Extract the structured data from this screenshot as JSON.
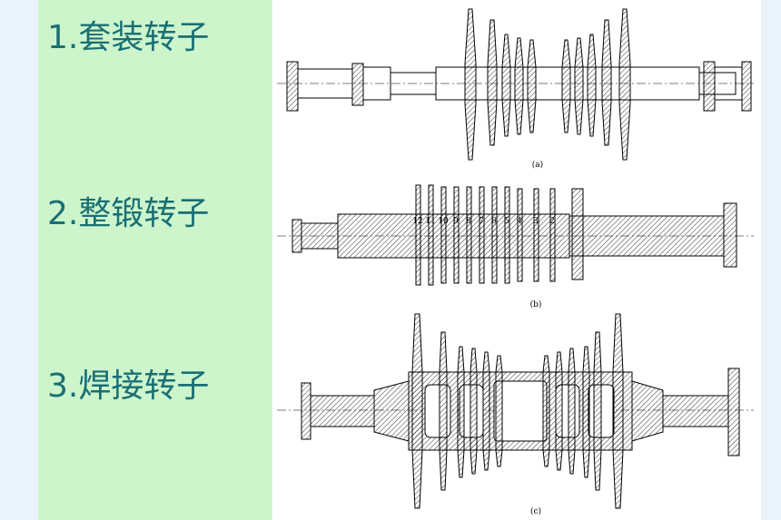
{
  "labels": [
    {
      "text": "1.套装转子"
    },
    {
      "text": "2.整锻转子"
    },
    {
      "text": "3.焊接转子"
    }
  ],
  "captions": [
    "(a)",
    "(b)",
    "(c)"
  ],
  "stage_numbers": [
    "12",
    "11",
    "10",
    "9",
    "8",
    "7",
    "6",
    "5",
    "4",
    "3",
    "2"
  ],
  "colors": {
    "label_panel": "#ccf5cc",
    "label_text": "#1a6f74",
    "side_strip": "#e8f3fb"
  }
}
